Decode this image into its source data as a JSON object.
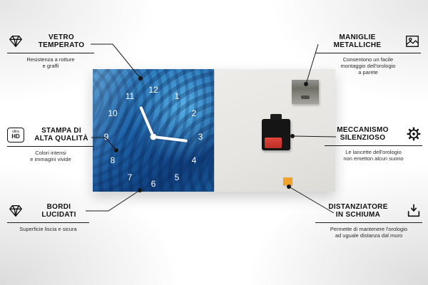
{
  "callouts": {
    "vetro_temperato": {
      "title": "VETRO\nTEMPERATO",
      "subtitle": "Resistenza a rotture\ne graffi",
      "icon": "gem-icon"
    },
    "maniglie_metalliche": {
      "title": "MANIGLIE\nMETALLICHE",
      "subtitle": "Consentono un facile\nmontaggio dell'orologio\na parete",
      "icon": "picture-frame-icon"
    },
    "stampa_alta_qualita": {
      "title": "STAMPA DI\nALTA QUALITÀ",
      "subtitle": "Colori intensi\ne immagini vivide",
      "icon_text_top": "ultra",
      "icon_text_bottom": "HD"
    },
    "meccanismo_silenzioso": {
      "title": "MECCANISMO\nSILENZIOSO",
      "subtitle": "Le lancette dell'orologio\nnon emetton alcun suono",
      "icon": "gear-icon"
    },
    "bordi_lucidati": {
      "title": "BORDI\nLUCIDATI",
      "subtitle": "Superficie liscia e sicura",
      "icon": "gem-icon"
    },
    "distanziatore_schiuma": {
      "title": "DISTANZIATORE\nIN SCHIUMA",
      "subtitle": "Permette di mantenere l'orologio\nad uguale distanza dal muro",
      "icon": "foam-spacer-arrow-icon"
    }
  },
  "clock": {
    "numbers": [
      "12",
      "1",
      "2",
      "3",
      "4",
      "5",
      "6",
      "7",
      "8",
      "9",
      "10",
      "11"
    ]
  },
  "colors": {
    "clock_blue": "#1d61a6",
    "foam_orange": "#f0a22b",
    "battery_red": "#d93a2f",
    "back_panel": "#e6e5e1"
  }
}
